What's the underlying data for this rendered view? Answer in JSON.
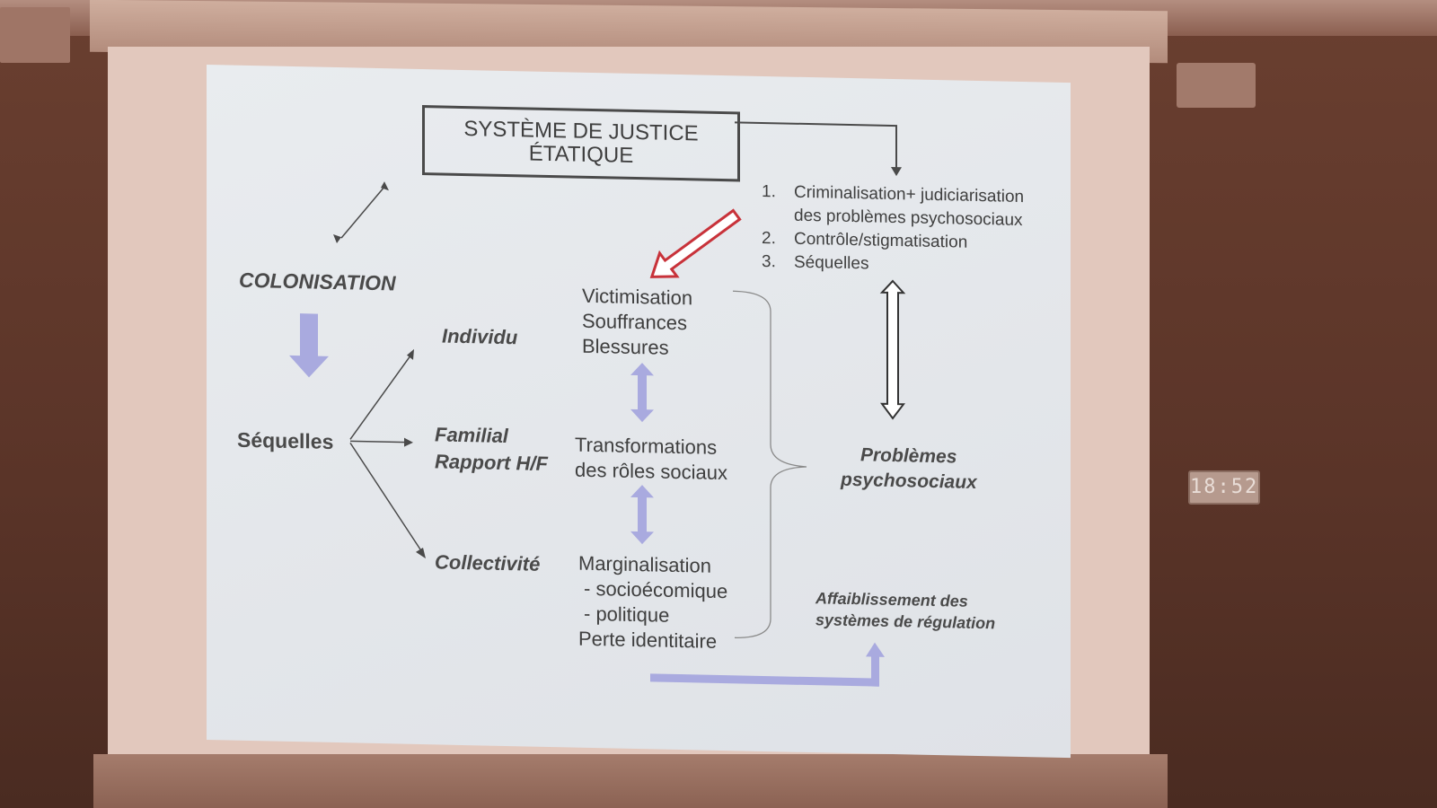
{
  "clock": "18:52",
  "slide": {
    "title_line1": "SYSTÈME DE JUSTICE",
    "title_line2": "ÉTATIQUE",
    "list": [
      {
        "num": "1.",
        "text": "Criminalisation+ judiciarisation"
      },
      {
        "num": "",
        "text": "des problèmes psychosociaux"
      },
      {
        "num": "2.",
        "text": "Contrôle/stigmatisation"
      },
      {
        "num": "3.",
        "text": "Séquelles"
      }
    ],
    "colonisation": "COLONISATION",
    "sequelles": "Séquelles",
    "individu": "Individu",
    "familial": "Familial",
    "rapport": "Rapport H/F",
    "collectivite": "Collectivité",
    "victimisation": "Victimisation",
    "souffrances": "Souffrances",
    "blessures": "Blessures",
    "transformations": "Transformations",
    "roles": "des rôles sociaux",
    "marginalisation": "Marginalisation",
    "socio": "- socioécomique",
    "politique": "- politique",
    "perte": "Perte identitaire",
    "problemes1": "Problèmes",
    "problemes2": "psychosociaux",
    "affaib1": "Affaiblissement des",
    "affaib2": "systèmes de régulation"
  },
  "colors": {
    "text": "#3f3f3f",
    "red_arrow": "#c8323a",
    "lilac_arrow": "#a9aadf"
  }
}
